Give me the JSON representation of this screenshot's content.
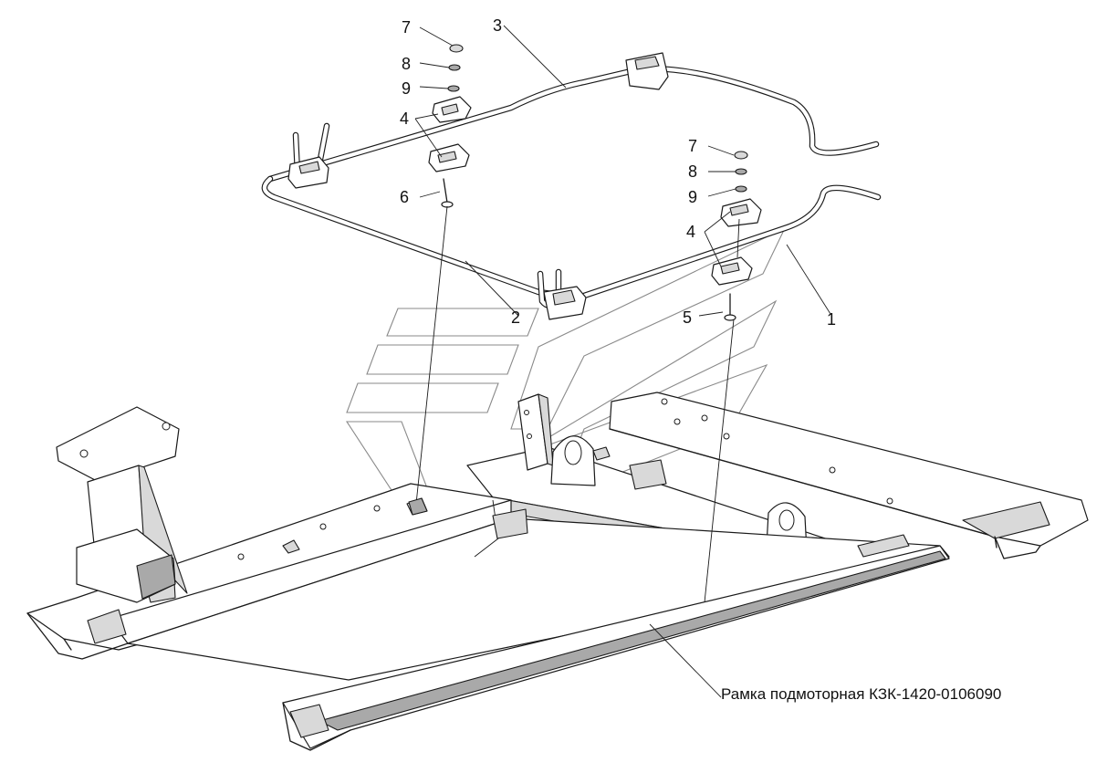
{
  "diagram": {
    "callouts": {
      "c1": "1",
      "c2": "2",
      "c3": "3",
      "c4a": "4",
      "c4b": "4",
      "c5": "5",
      "c6": "6",
      "c7a": "7",
      "c7b": "7",
      "c8a": "8",
      "c8b": "8",
      "c9a": "9",
      "c9b": "9"
    },
    "caption": "Рамка подмоторная КЗК-1420-0106090"
  }
}
